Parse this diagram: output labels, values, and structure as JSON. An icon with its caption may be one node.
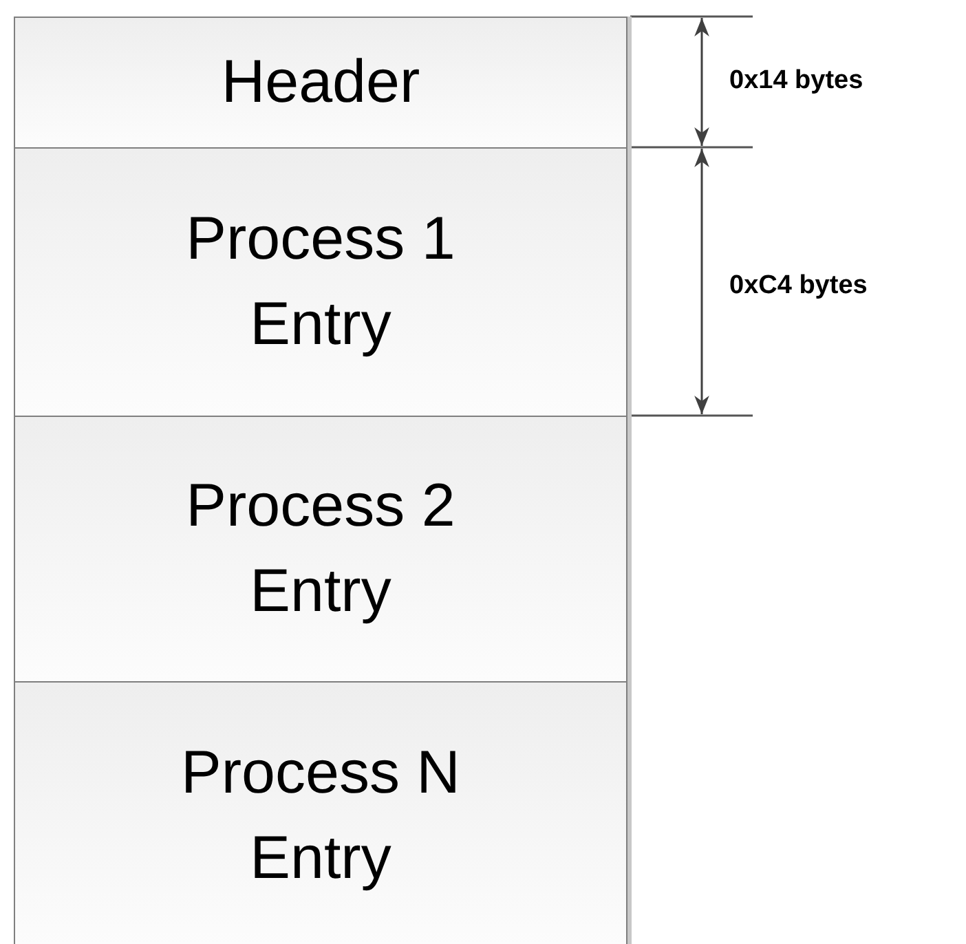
{
  "diagram": {
    "nodes": [
      {
        "text": [
          "Header"
        ]
      },
      {
        "text": [
          "Process 1 Entry"
        ]
      },
      {
        "text": [
          "Process 2 Entry"
        ]
      },
      {
        "text": [
          "Process N Entry"
        ]
      }
    ],
    "labels": [
      "0x14 bytes",
      "0xC4 bytes"
    ]
  }
}
